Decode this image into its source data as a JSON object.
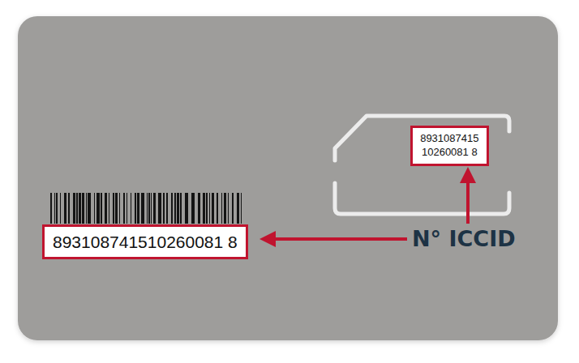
{
  "diagram": {
    "nodes": [
      {
        "text": [
          "8931087415 10260081 8"
        ]
      },
      {
        "text": [
          "893108741510260081 8"
        ]
      }
    ],
    "labels": [
      "N° ICCID"
    ]
  }
}
